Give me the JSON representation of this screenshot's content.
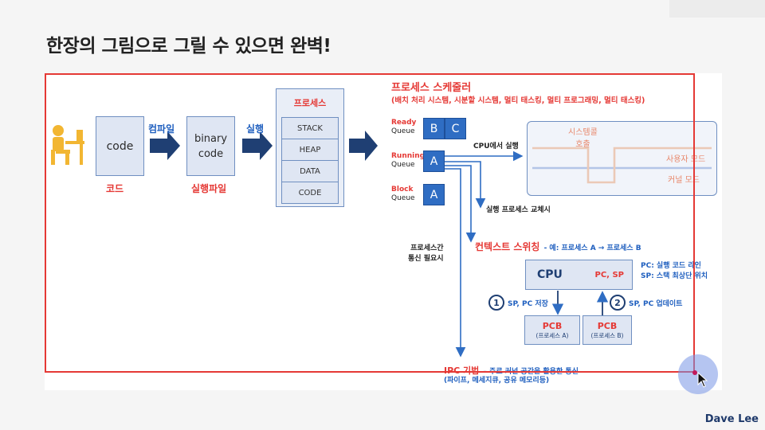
{
  "slide_title": "한장의 그림으로 그릴 수 있으면 완벽!",
  "watermark": "Dave Lee",
  "left_flow": {
    "code_box": "code",
    "code_caption": "코드",
    "compile_label": "컴파일",
    "binary_box_line1": "binary",
    "binary_box_line2": "code",
    "binary_caption": "실행파일",
    "run_label": "실행",
    "process_title": "프로세스",
    "segments": [
      "STACK",
      "HEAP",
      "DATA",
      "CODE"
    ]
  },
  "scheduler": {
    "title": "프로세스 스케줄러",
    "subtitle": "(배치 처리 시스템, 시분할 시스템, 멀티 태스킹, 멀티 프로그래밍, 멀티 태스킹)",
    "ready_label": "Ready",
    "ready_sub": "Queue",
    "ready_items": [
      "B",
      "C"
    ],
    "running_label": "Running",
    "running_sub": "Queue",
    "running_item": "A",
    "block_label": "Block",
    "block_sub": "Queue",
    "block_item": "A",
    "cpu_exec_label": "CPU에서 실행",
    "proc_swap_label": "실행 프로세스 교체시",
    "ipc_need_line1": "프로세스간",
    "ipc_need_line2": "통신 필요시"
  },
  "mode_panel": {
    "syscall_line1": "시스템콜",
    "syscall_line2": "호출",
    "user_mode": "사용자 모드",
    "kernel_mode": "커널 모드"
  },
  "context_switch": {
    "title": "컨텍스트 스위칭",
    "example": "- 예: 프로세스 A → 프로세스 B",
    "cpu_label": "CPU",
    "pc_sp_label": "PC, SP",
    "pc_note": "PC: 실행 코드 라인",
    "sp_note": "SP: 스택 최상단 위치",
    "step1_num": "1",
    "step1_text": "SP, PC 저장",
    "step2_num": "2",
    "step2_text": "SP, PC 업데이트",
    "pcb_a_title": "PCB",
    "pcb_a_sub": "(프로세스 A)",
    "pcb_b_title": "PCB",
    "pcb_b_sub": "(프로세스 B)"
  },
  "ipc": {
    "title": "IPC 기법",
    "desc": "– 주로 커널 공간을 활용한 통신",
    "subtitle": "(파이프, 메세지큐, 공유 메모리등)"
  },
  "colors": {
    "red": "#e53935",
    "blue": "#1f5fbf",
    "box_fill": "#dfe6f3",
    "queue_fill": "#2f6dc3",
    "user_line": "#f4b183",
    "kernel_line": "#8faadc"
  }
}
